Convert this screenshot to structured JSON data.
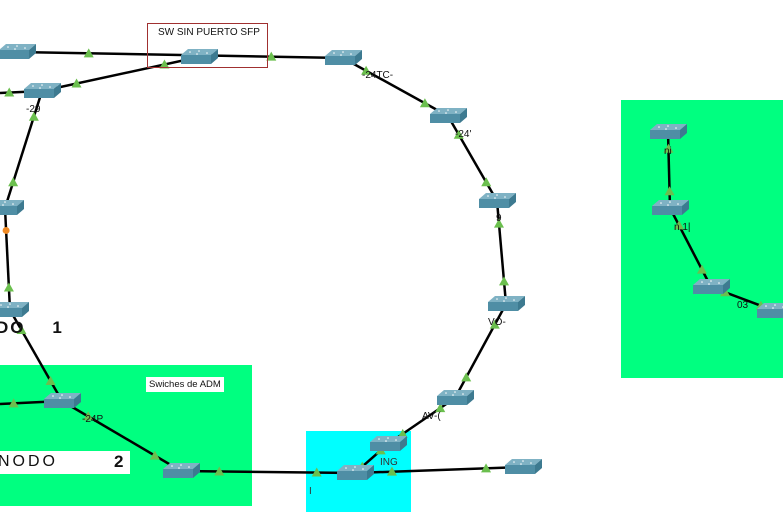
{
  "colors": {
    "zone_green": "#00ff80",
    "zone_cyan": "#00ffff",
    "link": "#000000",
    "link_up": "#6bbf4e",
    "link_warn": "#f08a24",
    "switch_top": "#7fb2c4",
    "switch_side": "#4f8ea5",
    "note_border": "#a03030"
  },
  "notes": {
    "sfp_title": "SW SIN PUERTO SFP",
    "adm_title": "Swiches de ADM",
    "nodo1": "DO    1",
    "nodo2_word": "NODO",
    "nodo2_num": "2"
  },
  "device_labels": [
    {
      "name": "sw-label-24tc",
      "text": "-24TC-"
    },
    {
      "name": "sw-label-29",
      "text": "-29"
    },
    {
      "name": "sw-label-24",
      "text": "-24'"
    },
    {
      "name": "sw-label-9",
      "text": "9"
    },
    {
      "name": "sw-label-vo",
      "text": "VO-"
    },
    {
      "name": "sw-label-av",
      "text": "AV-("
    },
    {
      "name": "sw-label-24p",
      "text": "-24P"
    },
    {
      "name": "sw-label-ing",
      "text": "ING"
    },
    {
      "name": "sw-label-i",
      "text": "I"
    },
    {
      "name": "sw-label-ni",
      "text": "ni"
    },
    {
      "name": "sw-label-n1",
      "text": "n 1|"
    },
    {
      "name": "sw-label-03",
      "text": "03"
    }
  ]
}
